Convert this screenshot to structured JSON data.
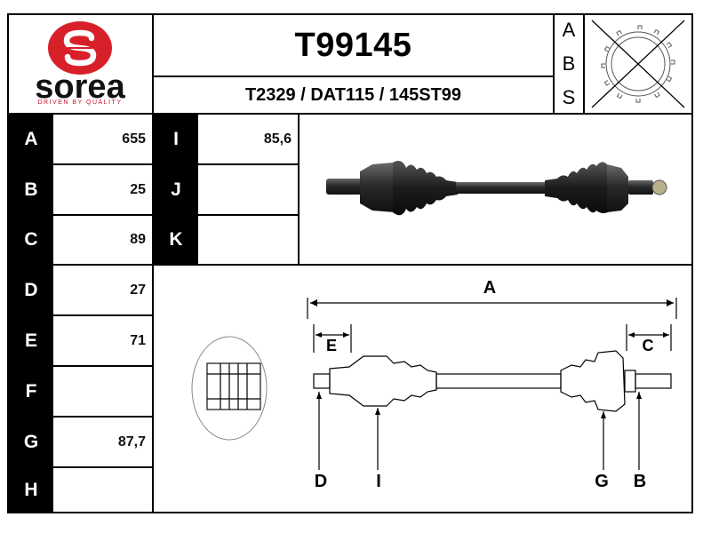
{
  "header": {
    "part_number": "T99145",
    "references": "T2329 / DAT115 / 145ST99",
    "abs_letters": [
      "A",
      "B",
      "S"
    ]
  },
  "logo": {
    "brand": "sorea",
    "tagline": "DRIVEN BY QUALITY",
    "brand_color": "#d8202a"
  },
  "specs_left": [
    {
      "label": "A",
      "value": "655"
    },
    {
      "label": "B",
      "value": "25"
    },
    {
      "label": "C",
      "value": "89"
    },
    {
      "label": "D",
      "value": "27"
    },
    {
      "label": "E",
      "value": "71"
    },
    {
      "label": "F",
      "value": ""
    },
    {
      "label": "G",
      "value": "87,7"
    },
    {
      "label": "H",
      "value": ""
    }
  ],
  "specs_right": [
    {
      "label": "I",
      "value": "85,6"
    },
    {
      "label": "J",
      "value": ""
    },
    {
      "label": "K",
      "value": ""
    }
  ],
  "diagram_labels": {
    "A": "A",
    "E": "E",
    "C": "C",
    "D": "D",
    "I": "I",
    "G": "G",
    "B": "B"
  }
}
